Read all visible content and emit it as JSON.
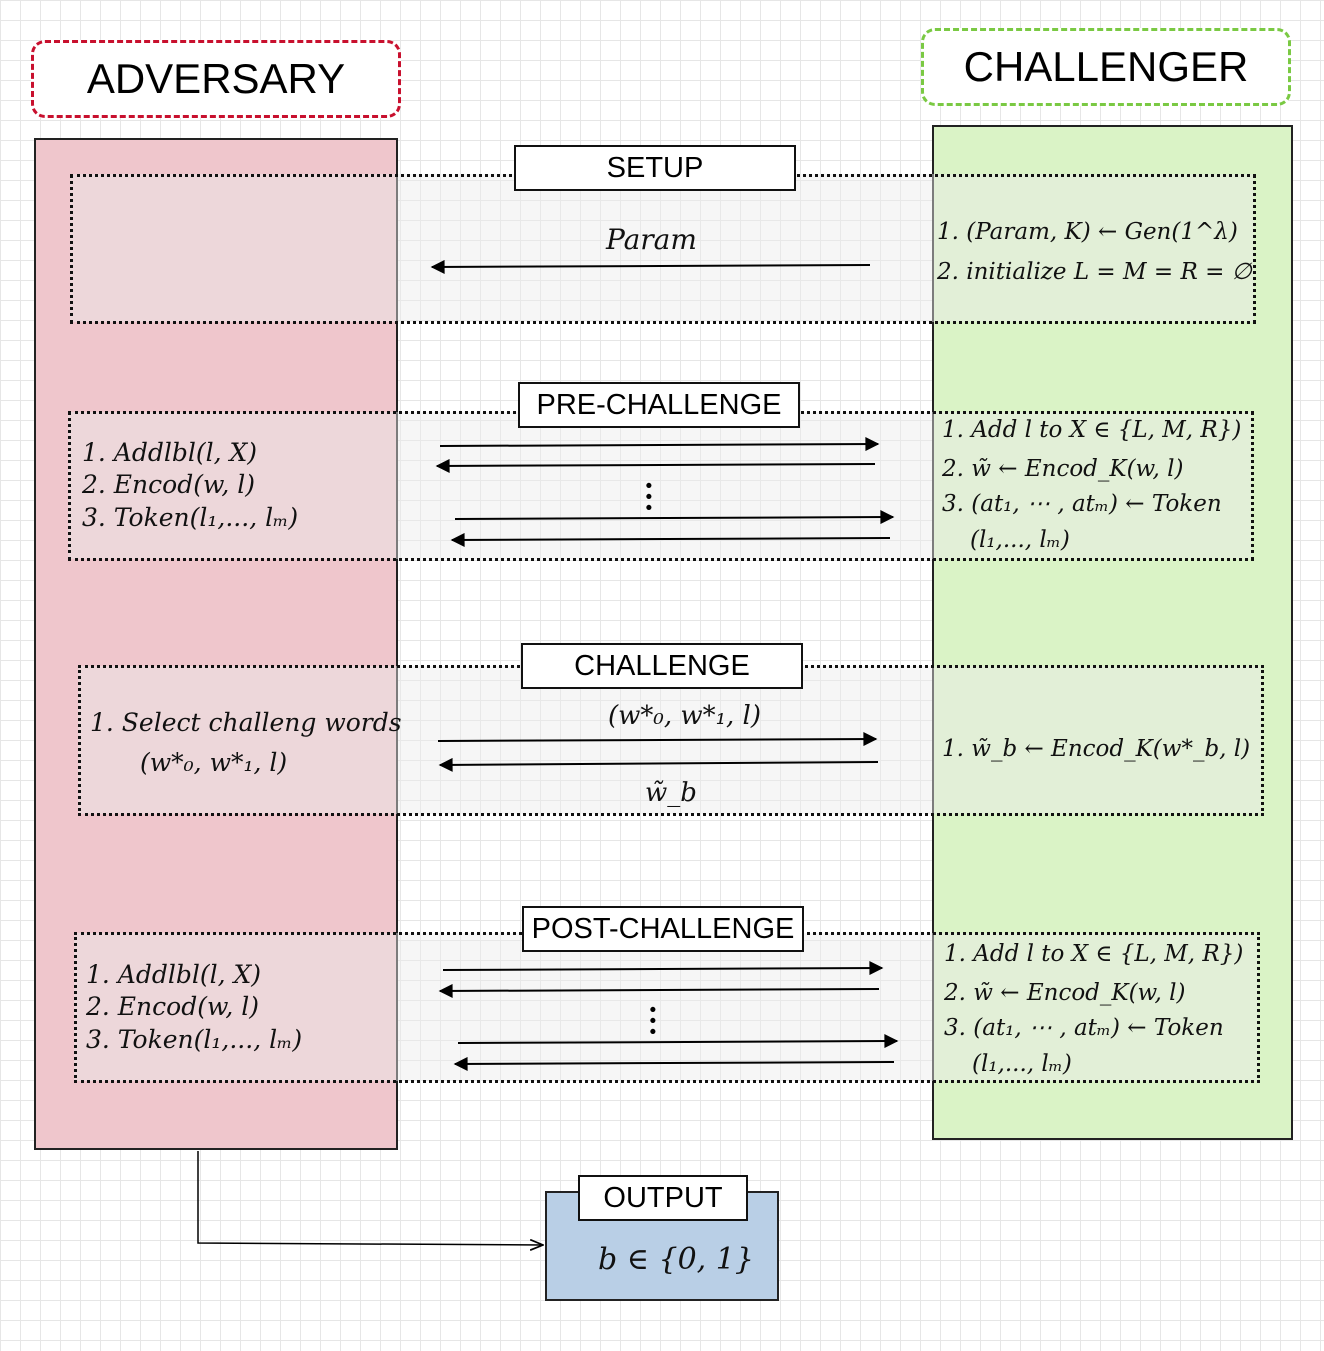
{
  "roles": {
    "adversary": "ADVERSARY",
    "challenger": "CHALLENGER"
  },
  "colors": {
    "adversary_fill": "#efc6cc",
    "adversary_border_dash": "#c8102e",
    "challenger_fill": "#daf3c6",
    "challenger_border_dash": "#7ac943",
    "output_fill": "#b9cfe6"
  },
  "phases": {
    "setup": {
      "label": "SETUP",
      "arrow_label": "Param",
      "challenger_steps": [
        "1. (Param, K)  ← Gen(1^λ)",
        "2. initialize L = M = R = ∅"
      ]
    },
    "pre_challenge": {
      "label": "PRE-CHALLENGE",
      "adversary_steps": [
        "1. Addlbl(l, X)",
        "2. Encod(w, l)",
        "3. Token(l₁,..., lₘ)"
      ],
      "challenger_steps": [
        "1. Add l to X  ∈ {L, M, R})",
        "2. w̃ ← Encod_K(w, l)",
        "3. (at₁,  ⋯ , atₘ) ← Token",
        "(l₁,..., lₘ)"
      ]
    },
    "challenge": {
      "label": "CHALLENGE",
      "adversary_steps": [
        "1. Select challeng words",
        "(w*₀, w*₁, l)"
      ],
      "arrow_up_label": "(w*₀, w*₁, l)",
      "arrow_down_label": "w̃_b",
      "challenger_steps": [
        "1. w̃_b ← Encod_K(w*_b, l)"
      ]
    },
    "post_challenge": {
      "label": "POST-CHALLENGE",
      "adversary_steps": [
        "1. Addlbl(l, X)",
        "2. Encod(w, l)",
        "3. Token(l₁,..., lₘ)"
      ],
      "challenger_steps": [
        "1. Add l to X  ∈ {L, M, R})",
        "2. w̃ ← Encod_K(w, l)",
        "3. (at₁,  ⋯ , atₘ) ← Token",
        "(l₁,..., lₘ)"
      ]
    }
  },
  "output": {
    "label": "OUTPUT",
    "value": "b ∈ {0, 1}"
  }
}
